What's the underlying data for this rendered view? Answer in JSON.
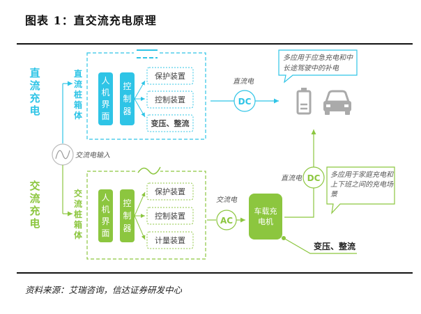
{
  "title": "图表 1：直交流充电原理",
  "source": "资料来源：艾瑞咨询，信达证券研发中心",
  "colors": {
    "dc": "#2ec4e6",
    "ac": "#8cc63f",
    "gray": "#aaaaaa",
    "text": "#555555"
  },
  "dc_section": {
    "side_label": [
      "直",
      "流",
      "充",
      "电"
    ],
    "box_label": [
      "直",
      "流",
      "桩",
      "箱",
      "体"
    ],
    "hmi": [
      "人",
      "机",
      "界",
      "面"
    ],
    "controller": [
      "控",
      "制",
      "器"
    ],
    "devices": [
      "保护装置",
      "控制装置",
      "变压、整流"
    ],
    "line_label": "直流电",
    "circle_label": "DC",
    "callout": [
      "多应用于应急充电和中",
      "长途驾驶中的补电"
    ]
  },
  "input_label": "交流电输入",
  "ac_section": {
    "side_label": [
      "交",
      "流",
      "充",
      "电"
    ],
    "box_label": [
      "交",
      "流",
      "桩",
      "箱",
      "体"
    ],
    "hmi": [
      "人",
      "机",
      "界",
      "面"
    ],
    "controller": [
      "控",
      "制",
      "器"
    ],
    "devices": [
      "保护装置",
      "控制装置",
      "计量装置"
    ],
    "line_label": "交流电",
    "circle_label": "AC",
    "charger": [
      "车载充",
      "电机"
    ],
    "dc_label": "直流电",
    "dc_circle": "DC",
    "callout": [
      "多应用于家庭充电和",
      "上下班之间的充电场",
      "景"
    ],
    "converter_label": "变压、整流"
  },
  "icons": [
    "battery-icon",
    "car-icon",
    "ac-source-icon"
  ]
}
